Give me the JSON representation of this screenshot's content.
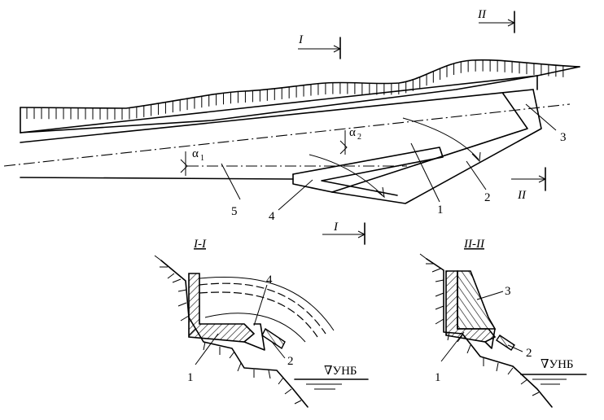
{
  "plan": {
    "section_marks": {
      "I": "I",
      "II": "II"
    },
    "angle_1": "α",
    "angle_1_sub": "1",
    "angle_2": "α",
    "angle_2_sub": "2",
    "callouts": [
      "1",
      "2",
      "3",
      "4",
      "5"
    ]
  },
  "section_I": {
    "title": "I-I",
    "callouts": [
      "1",
      "2",
      "4"
    ],
    "water_level": "∇УНБ"
  },
  "section_II": {
    "title": "II-II",
    "callouts": [
      "1",
      "2",
      "3"
    ],
    "water_level": "∇УНБ"
  }
}
